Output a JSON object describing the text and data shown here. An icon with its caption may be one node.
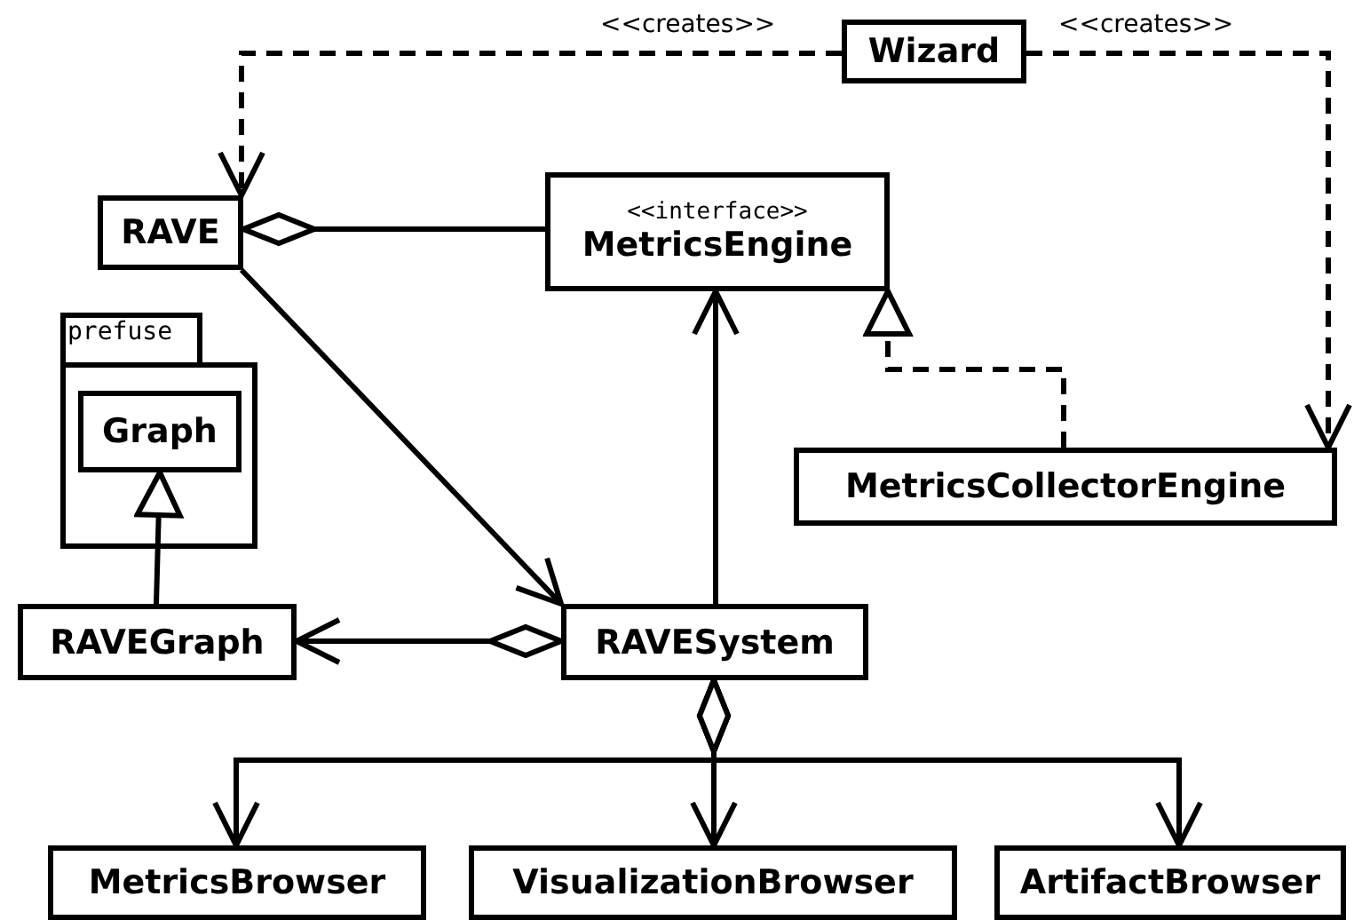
{
  "diagram": {
    "nodes": [
      {
        "text": [
          "Wizard"
        ]
      },
      {
        "text": [
          "RAVE"
        ]
      },
      {
        "text": [
          "<<interface>>",
          "MetricsEngine"
        ]
      },
      {
        "text": [
          "prefuse"
        ]
      },
      {
        "text": [
          "Graph"
        ],
        "in": 3
      },
      {
        "text": [
          "MetricsCollectorEngine"
        ]
      },
      {
        "text": [
          "RAVEGraph"
        ]
      },
      {
        "text": [
          "RAVESystem"
        ]
      },
      {
        "text": [
          "MetricsBrowser"
        ]
      },
      {
        "text": [
          "VisualizationBrowser"
        ]
      },
      {
        "text": [
          "ArtifactBrowser"
        ]
      }
    ],
    "edges": [
      {
        "from": 0,
        "to": 1,
        "arrow": "to",
        "style": "dashed",
        "label": "<<creates>>"
      },
      {
        "from": 0,
        "to": 5,
        "arrow": "to",
        "style": "dashed",
        "label": "<<creates>>"
      },
      {
        "from": 1,
        "to": 2,
        "arrow": "other"
      },
      {
        "from": 1,
        "to": 7,
        "arrow": "to"
      },
      {
        "from": 7,
        "to": 2,
        "arrow": "to"
      },
      {
        "from": 5,
        "to": 2,
        "arrow": "to",
        "style": "dashed"
      },
      {
        "from": 6,
        "to": 4,
        "arrow": "to"
      },
      {
        "from": 7,
        "to": 6,
        "arrow": "to"
      },
      {
        "from": 7,
        "to": 8,
        "arrow": "to"
      },
      {
        "from": 7,
        "to": 9,
        "arrow": "to"
      },
      {
        "from": 7,
        "to": 10,
        "arrow": "to"
      }
    ]
  }
}
